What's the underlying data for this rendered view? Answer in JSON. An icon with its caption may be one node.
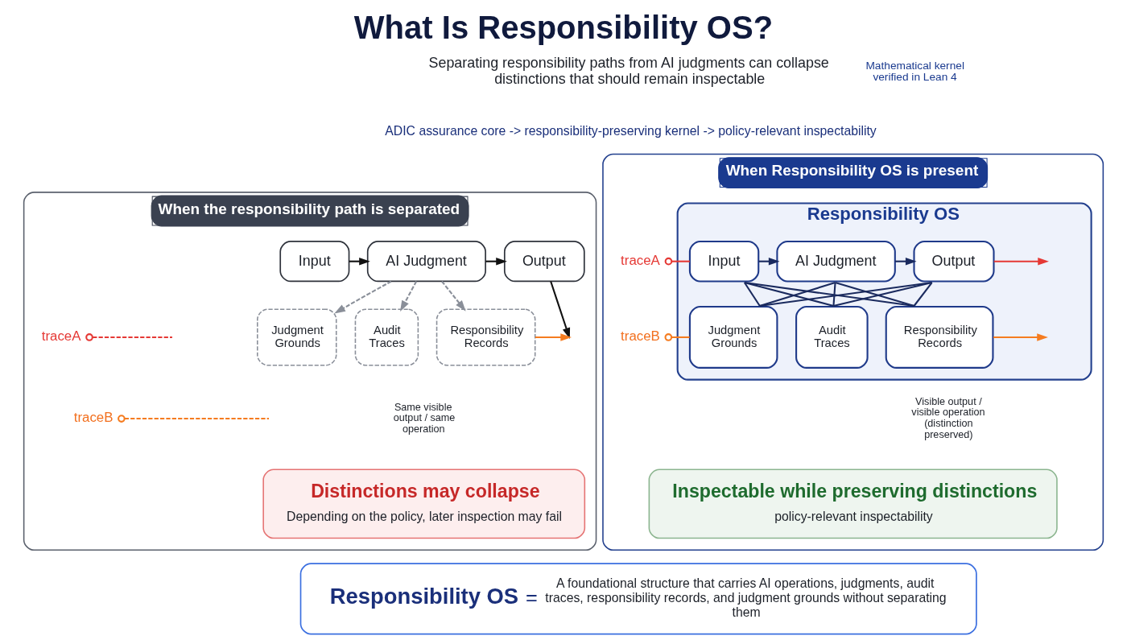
{
  "diagram": {
    "title": "What Is Responsibility OS?",
    "nodes": [
      {
        "text": [
          "When the responsibility path is separated"
        ]
      },
      {
        "text": [
          "Input"
        ],
        "in": 0
      },
      {
        "text": [
          "AI Judgment"
        ],
        "in": 0
      },
      {
        "text": [
          "Output"
        ],
        "in": 0
      },
      {
        "text": [
          "traceA"
        ],
        "in": 0
      },
      {
        "text": [
          "traceB"
        ],
        "in": 0
      },
      {
        "text": [
          "Judgment Grounds"
        ],
        "in": 0
      },
      {
        "text": [
          "Audit Traces"
        ],
        "in": 0
      },
      {
        "text": [
          "Responsibility Records"
        ],
        "in": 0
      },
      {
        "text": [
          "Distinctions may collapse",
          "Depending on the policy, later inspection may fail"
        ],
        "in": 0
      },
      {
        "text": [
          "When Responsibility OS is present"
        ]
      },
      {
        "text": [
          "Responsibility OS"
        ],
        "in": 10
      },
      {
        "text": [
          "Input"
        ],
        "in": 11
      },
      {
        "text": [
          "AI Judgment"
        ],
        "in": 11
      },
      {
        "text": [
          "Output"
        ],
        "in": 11
      },
      {
        "text": [
          "traceA"
        ],
        "in": 10
      },
      {
        "text": [
          "traceB"
        ],
        "in": 10
      },
      {
        "text": [
          "Judgment Grounds"
        ],
        "in": 11
      },
      {
        "text": [
          "Audit Traces"
        ],
        "in": 11
      },
      {
        "text": [
          "Responsibility Records"
        ],
        "in": 11
      },
      {
        "text": [
          "Inspectable while preserving distinctions",
          "policy-relevant inspectability"
        ],
        "in": 10
      },
      {
        "text": [
          "Responsibility OS",
          "=",
          "A foundational structure that carries AI operations, judgments, audit traces, responsibility records, and judgment grounds without separating them"
        ]
      }
    ],
    "edges": [
      {
        "from": 1,
        "to": 2,
        "arrow": "to",
        "color": "#111111"
      },
      {
        "from": 2,
        "to": 3,
        "arrow": "to",
        "color": "#111111"
      },
      {
        "from": 2,
        "to": 6,
        "arrow": "to",
        "style": "dashed",
        "color": "#8a8f99"
      },
      {
        "from": 2,
        "to": 7,
        "arrow": "to",
        "style": "dashed",
        "color": "#8a8f99"
      },
      {
        "from": 2,
        "to": 8,
        "arrow": "to",
        "style": "dashed",
        "color": "#8a8f99"
      },
      {
        "from": 4,
        "to": null,
        "arrow": "other",
        "style": "dashed",
        "color": "#e53935"
      },
      {
        "from": 5,
        "to": null,
        "arrow": "other",
        "style": "dashed",
        "color": "#f57c20"
      },
      {
        "from": 3,
        "to": null,
        "arrow": "to",
        "color": "#111111"
      },
      {
        "from": 8,
        "to": null,
        "arrow": "to",
        "color": "#f57c20"
      },
      {
        "from": 15,
        "to": 12,
        "arrow": "other",
        "color": "#e53935"
      },
      {
        "from": 16,
        "to": 17,
        "arrow": "other",
        "color": "#f57c20"
      },
      {
        "from": 12,
        "to": 13,
        "arrow": "to"
      },
      {
        "from": 13,
        "to": 14,
        "arrow": "to"
      },
      {
        "from": 14,
        "to": null,
        "arrow": "to",
        "color": "#e53935"
      },
      {
        "from": 19,
        "to": null,
        "arrow": "to",
        "color": "#f57c20"
      },
      {
        "from": 12,
        "to": 17,
        "arrow": "none"
      },
      {
        "from": 12,
        "to": 18,
        "arrow": "none"
      },
      {
        "from": 12,
        "to": 19,
        "arrow": "none"
      },
      {
        "from": 13,
        "to": 17,
        "arrow": "none"
      },
      {
        "from": 13,
        "to": 18,
        "arrow": "none"
      },
      {
        "from": 13,
        "to": 19,
        "arrow": "none"
      },
      {
        "from": 14,
        "to": 17,
        "arrow": "none"
      },
      {
        "from": 14,
        "to": 18,
        "arrow": "none"
      },
      {
        "from": 14,
        "to": 19,
        "arrow": "none"
      }
    ],
    "labels": [
      "Separating responsibility paths from AI judgments can collapse distinctions that should remain inspectable",
      "Mathematical kernel verified in Lean 4",
      "ADIC assurance core -> responsibility-preserving kernel -> policy-relevant inspectability",
      "Same visible output / same operation",
      "Visible output / visible operation (distinction preserved)"
    ]
  }
}
